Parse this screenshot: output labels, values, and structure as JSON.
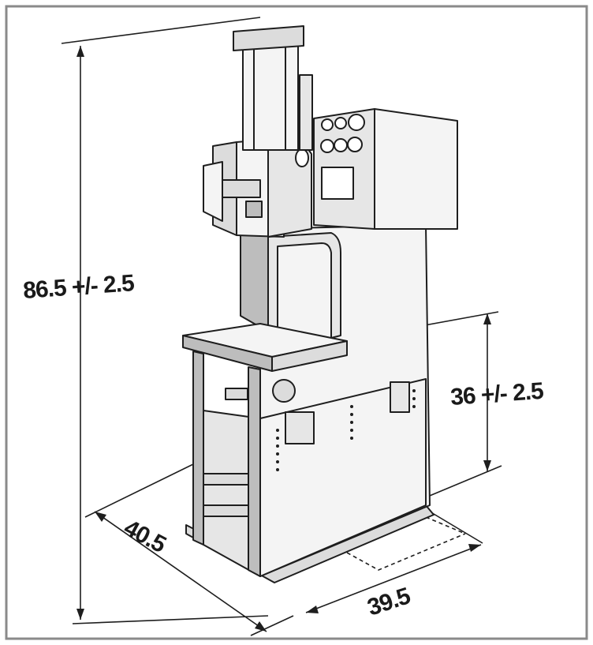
{
  "dimensions": {
    "height_total": "86.5 +/- 2.5",
    "table_height": "36 +/- 2.5",
    "depth": "40.5",
    "width": "39.5"
  },
  "colors": {
    "line": "#1e1e1e",
    "fill_light": "#f4f4f4",
    "fill_mid": "#dcdcdc",
    "fill_dark": "#bdbdbd",
    "border": "#8a8a8a"
  }
}
